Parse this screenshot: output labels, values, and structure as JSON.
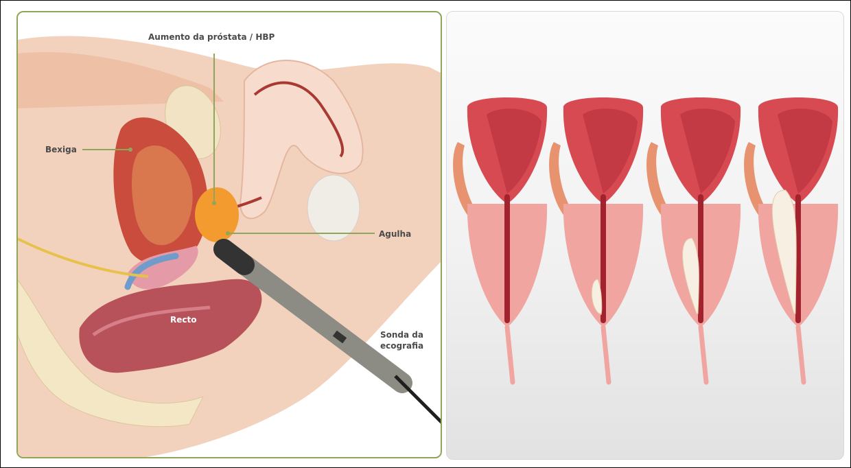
{
  "left_panel": {
    "labels": {
      "prostate": "Aumento da próstata / HBP",
      "bladder": "Bexiga",
      "needle": "Agulha",
      "rectum": "Recto",
      "probe_line1": "Sonda da",
      "probe_line2": "ecografia"
    }
  },
  "right_panel": {
    "stages": [
      {
        "fill_level": 0.0
      },
      {
        "fill_level": 0.25
      },
      {
        "fill_level": 0.55
      },
      {
        "fill_level": 0.9
      }
    ]
  },
  "colors": {
    "frame_border": "#8ea55a",
    "label_line": "#8ea55a",
    "skin": "#f3d2bd",
    "prostate": "#f39b2e",
    "bladder": "#c94c3d",
    "rectum": "#b8525a"
  }
}
